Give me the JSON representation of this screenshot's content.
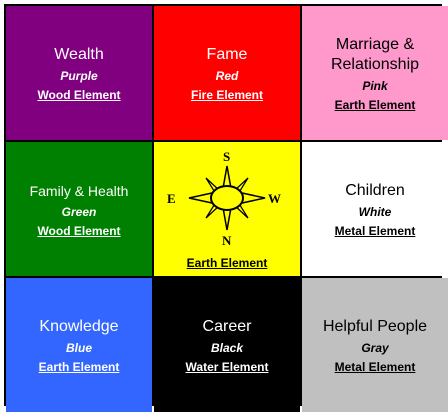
{
  "cells": [
    {
      "name": "Wealth",
      "color": "Purple",
      "element": "Wood Element",
      "bg": "#800080",
      "text": "#ffffff"
    },
    {
      "name": "Fame",
      "color": "Red",
      "element": "Fire Element",
      "bg": "#ff0000",
      "text": "#ffffff"
    },
    {
      "name": "Marriage & Relationship",
      "color": "Pink",
      "element": "Earth Element",
      "bg": "#ff99cc",
      "text": "#000000"
    },
    {
      "name": "Family & Health",
      "color": "Green",
      "element": "Wood Element",
      "bg": "#008000",
      "text": "#ffffff"
    },
    {
      "name": "",
      "color": "",
      "element": "Earth Element",
      "bg": "#ffff00",
      "text": "#000000"
    },
    {
      "name": "Children",
      "color": "White",
      "element": "Metal Element",
      "bg": "#ffffff",
      "text": "#000000"
    },
    {
      "name": "Knowledge",
      "color": "Blue",
      "element": "Earth Element",
      "bg": "#3366ff",
      "text": "#ffffff"
    },
    {
      "name": "Career",
      "color": "Black",
      "element": "Water Element",
      "bg": "#000000",
      "text": "#ffffff"
    },
    {
      "name": "Helpful People",
      "color": "Gray",
      "element": "Metal Element",
      "bg": "#c0c0c0",
      "text": "#000000"
    }
  ],
  "compass": {
    "north": "N",
    "south": "S",
    "east": "E",
    "west": "W"
  }
}
